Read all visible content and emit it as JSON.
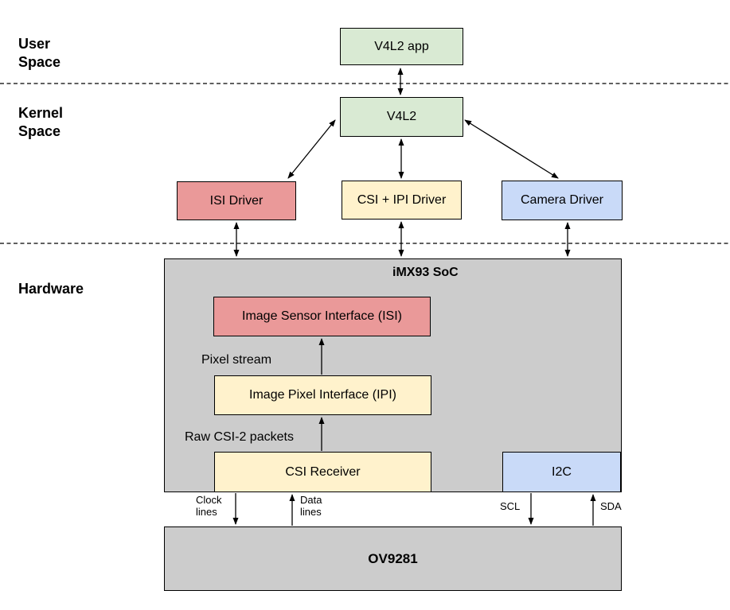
{
  "colors": {
    "background": "#ffffff",
    "text": "#000000",
    "line": "#000000",
    "green": "#d9ead3",
    "red": "#ea9999",
    "yellow": "#fff2cc",
    "blue": "#c9daf8",
    "gray": "#cccccc"
  },
  "layers": {
    "user_space": "User\nSpace",
    "kernel_space": "Kernel\nSpace",
    "hardware": "Hardware"
  },
  "nodes": {
    "v4l2_app": "V4L2 app",
    "v4l2": "V4L2",
    "isi_driver": "ISI Driver",
    "csi_ipi_driver": "CSI + IPI Driver",
    "camera_driver": "Camera Driver",
    "soc": "iMX93 SoC",
    "isi": "Image Sensor Interface (ISI)",
    "ipi": "Image Pixel Interface (IPI)",
    "csi_receiver": "CSI Receiver",
    "i2c": "I2C",
    "sensor": "OV9281"
  },
  "annotations": {
    "pixel_stream": "Pixel stream",
    "raw_csi2_packets": "Raw CSI-2 packets",
    "clock_lines": "Clock\nlines",
    "data_lines": "Data\nlines",
    "scl": "SCL",
    "sda": "SDA"
  }
}
